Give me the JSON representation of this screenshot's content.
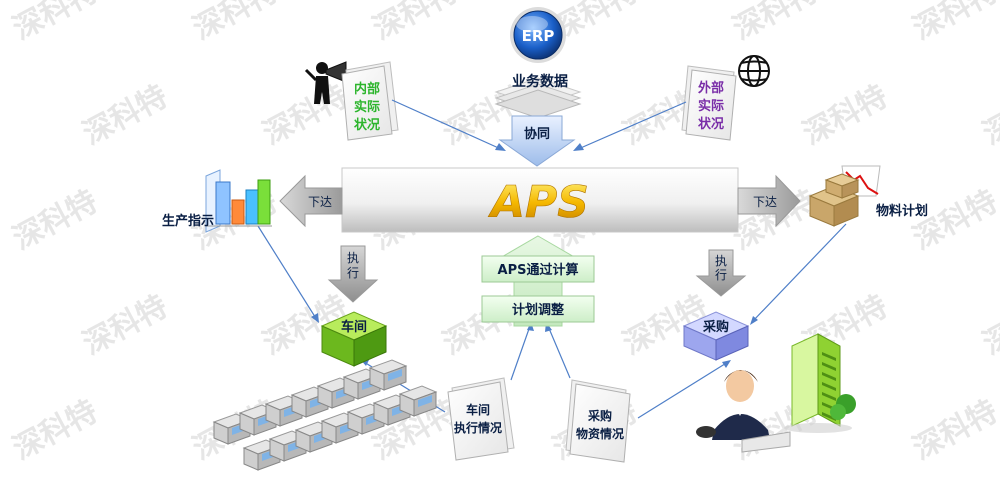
{
  "watermark": "深科特",
  "erp": {
    "badge": "ERP",
    "label": "业务数据"
  },
  "internal_doc": [
    "内部",
    "实际",
    "状况"
  ],
  "external_doc": [
    "外部",
    "实际",
    "状况"
  ],
  "collab_label": "协同",
  "aps_title": "APS",
  "dispatch_left": "下达",
  "dispatch_right": "下达",
  "production_label": "生产指示",
  "material_label": "物料计划",
  "execute_left": [
    "执",
    "行"
  ],
  "execute_right": [
    "执",
    "行"
  ],
  "calc_box": "APS通过计算",
  "adjust_box": "计划调整",
  "workshop_box": "车间",
  "purchase_box": "采购",
  "workshop_doc": [
    "车间",
    "执行情况"
  ],
  "purchase_doc": [
    "采购",
    "物资情况"
  ],
  "colors": {
    "internal_text": "#2db52d",
    "external_text": "#7a2ea8",
    "label_text": "#0a1f44",
    "workshop_top": "#9bdc3c",
    "purchase_top": "#c9d0ff",
    "arrow_blue": "#4f7fc8"
  }
}
